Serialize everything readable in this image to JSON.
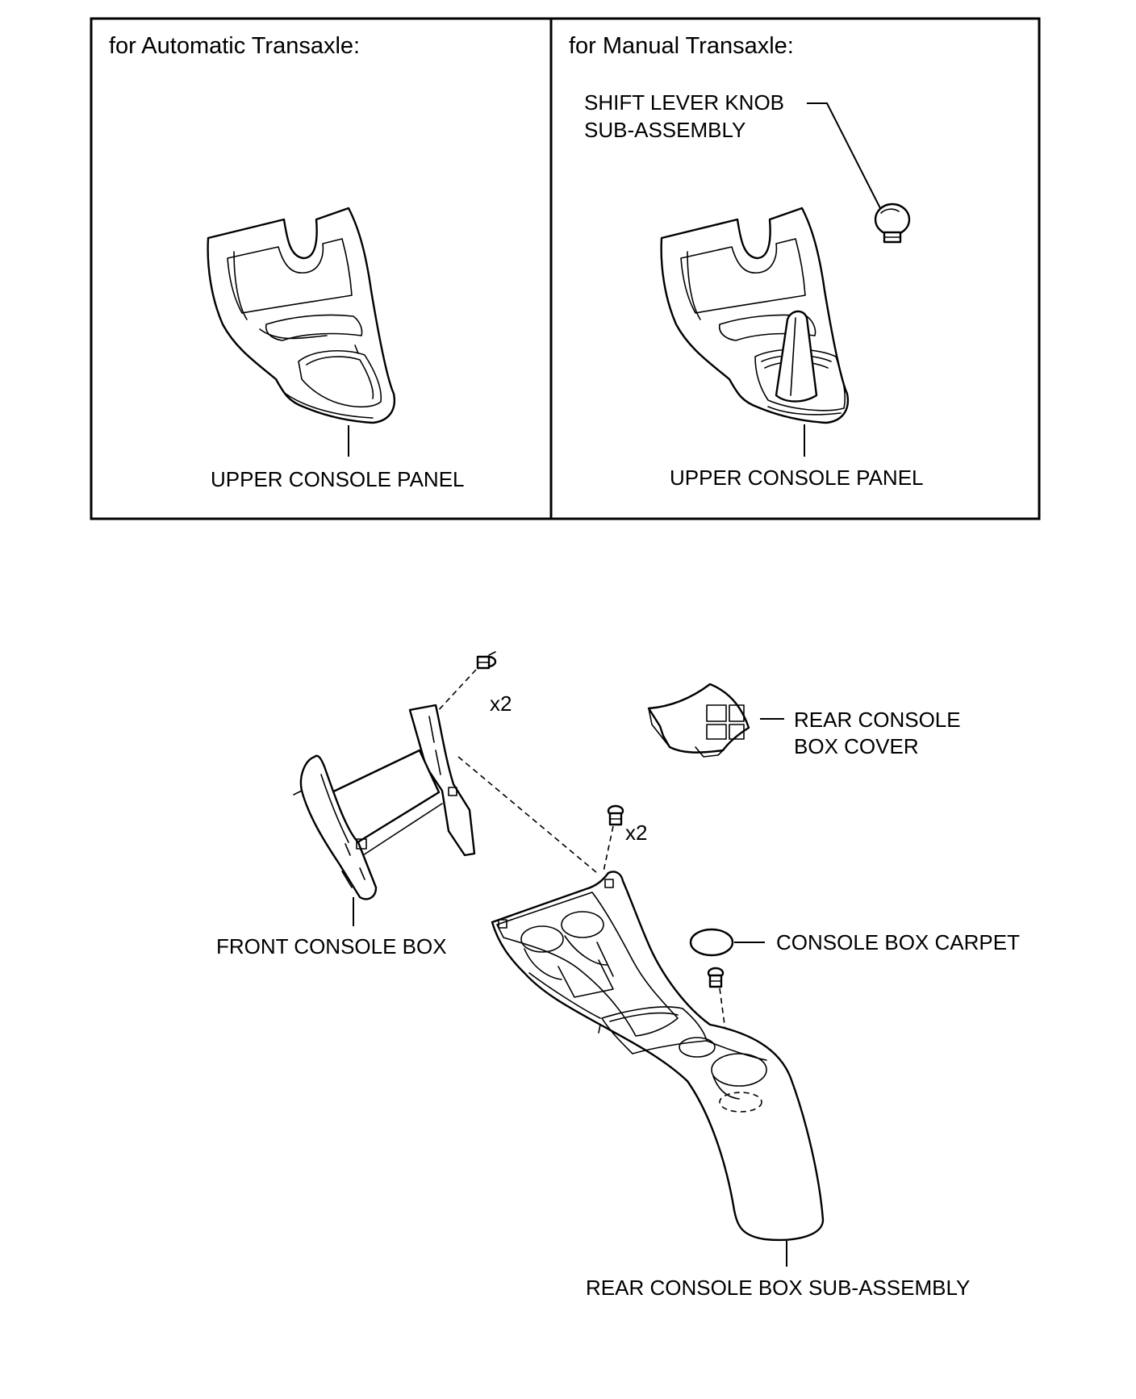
{
  "panels": {
    "automatic": {
      "heading": "for Automatic Transaxle:",
      "label": "UPPER CONSOLE PANEL"
    },
    "manual": {
      "heading": "for Manual Transaxle:",
      "knob_label_line1": "SHIFT LEVER KNOB",
      "knob_label_line2": "SUB-ASSEMBLY",
      "label": "UPPER CONSOLE PANEL"
    }
  },
  "exploded": {
    "front_console_box": "FRONT CONSOLE BOX",
    "rear_cover_line1": "REAR CONSOLE",
    "rear_cover_line2": "BOX COVER",
    "console_box_carpet": "CONSOLE BOX CARPET",
    "rear_console_box": "REAR CONSOLE BOX SUB-ASSEMBLY",
    "qty_top": "x2",
    "qty_mid": "x2"
  }
}
